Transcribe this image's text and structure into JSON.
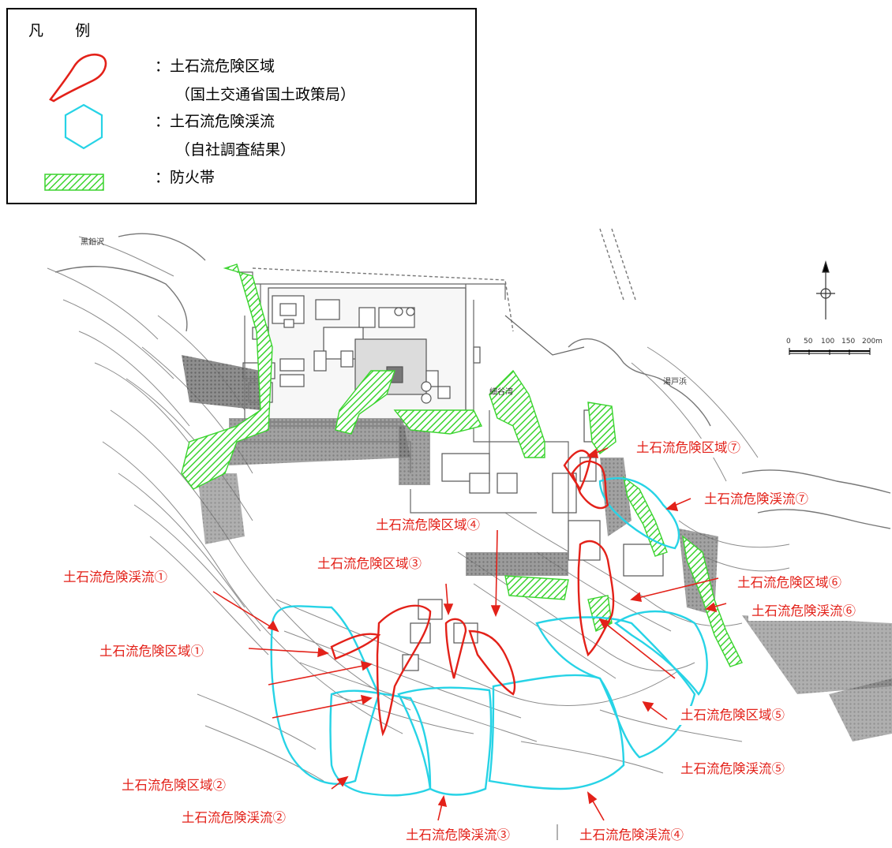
{
  "legend": {
    "title": "凡 例",
    "items": [
      {
        "symbol": "red-outline-shape-icon",
        "color": "#e32119",
        "line1": "：土石流危険区域",
        "line2": "（国土交通省国土政策局）"
      },
      {
        "symbol": "cyan-hexagon-icon",
        "color": "#27d3e6",
        "line1": "：土石流危険渓流",
        "line2": "（自社調査結果）"
      },
      {
        "symbol": "green-hatch-icon",
        "color": "#3bd42f",
        "line1": "：防火帯",
        "line2": ""
      }
    ]
  },
  "scale_bar": {
    "labels": [
      "0",
      "50",
      "100",
      "150",
      "200m"
    ]
  },
  "map_labels": {
    "west_place": "黒鉛沢",
    "center_place": "細谷湾",
    "east_place": "湯戸浜"
  },
  "callouts": {
    "zone1": "土石流危険区域①",
    "zone2": "土石流危険区域②",
    "zone3": "土石流危険区域③",
    "zone4": "土石流危険区域④",
    "zone5": "土石流危険区域⑤",
    "zone6": "土石流危険区域⑥",
    "zone7": "土石流危険区域⑦",
    "stream1": "土石流危険渓流①",
    "stream2": "土石流危険渓流②",
    "stream3": "土石流危険渓流③",
    "stream4": "土石流危険渓流④",
    "stream5": "土石流危険渓流⑤",
    "stream6": "土石流危険渓流⑥",
    "stream7": "土石流危険渓流⑦"
  },
  "colors": {
    "zone": "#e32119",
    "stream": "#27d3e6",
    "firebreak": "#3bd42f",
    "basemap": "#8a8a8a"
  }
}
